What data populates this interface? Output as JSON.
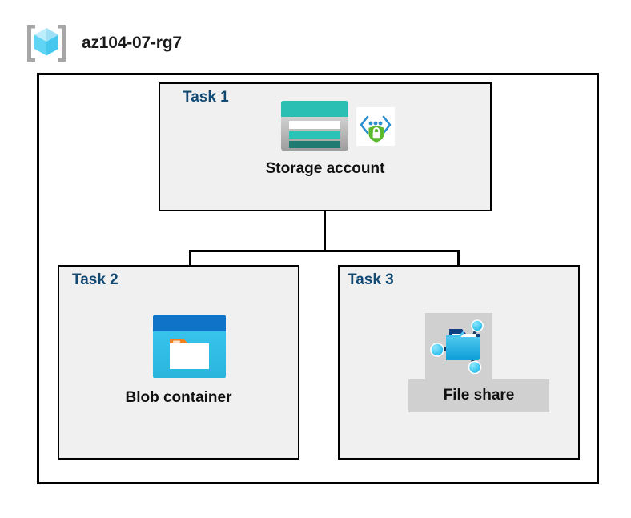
{
  "diagram": {
    "type": "azure-architecture-tree",
    "resource_group": {
      "icon": "resource-group-cube-icon",
      "name": "az104-07-rg7"
    },
    "nodes": [
      {
        "task_label": "Task 1",
        "caption": "Storage account",
        "icons": [
          "storage-account-icon",
          "secure-data-shield-icon"
        ]
      },
      {
        "task_label": "Task 2",
        "caption": "Blob container",
        "icons": [
          "blob-container-icon"
        ]
      },
      {
        "task_label": "Task 3",
        "caption": "File share",
        "icons": [
          "file-share-folder-icon"
        ],
        "highlighted": true
      }
    ],
    "connections": [
      {
        "from": "Storage account",
        "to": "Blob container"
      },
      {
        "from": "Storage account",
        "to": "File share"
      }
    ],
    "colors": {
      "task_label": "#124a73",
      "box_fill": "#f0f0f0",
      "box_border": "#000000",
      "outer_fill": "#ffffff",
      "highlight": "#d0d0d0",
      "storage_teal": "#2bbfb3",
      "storage_teal_dark": "#1f7a72",
      "blob_blue": "#0f74c8",
      "blob_cyan": "#32c5f4",
      "blob_orange": "#f08122",
      "shield_green": "#5ab92d",
      "cube_cyan": "#9fe6fb",
      "bracket_gray": "#a6a6a6"
    }
  }
}
